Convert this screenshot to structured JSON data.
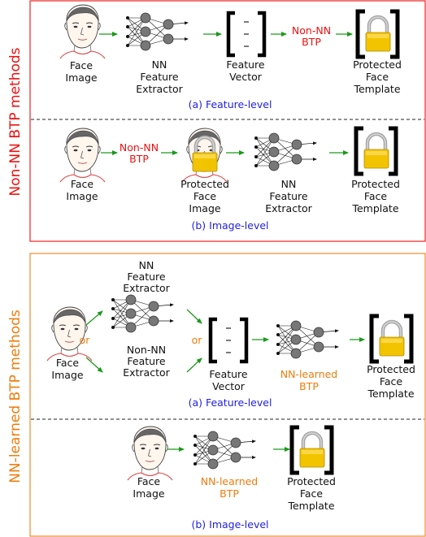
{
  "sections": {
    "top": {
      "side_title": "Non-NN BTP methods",
      "border_color": "#ee2222",
      "feature": {
        "face_label": [
          "Face",
          "Image"
        ],
        "nn_label": [
          "NN",
          "Feature",
          "Extractor"
        ],
        "vector_label": [
          "Feature",
          "Vector"
        ],
        "btp_label": [
          "Non-NN",
          "BTP"
        ],
        "template_label": [
          "Protected",
          "Face",
          "Template"
        ],
        "caption": "(a) Feature-level"
      },
      "image": {
        "face_label": [
          "Face",
          "Image"
        ],
        "btp_label": [
          "Non-NN",
          "BTP"
        ],
        "protected_label": [
          "Protected",
          "Face",
          "Image"
        ],
        "nn_label": [
          "NN",
          "Feature",
          "Extractor"
        ],
        "template_label": [
          "Protected",
          "Face",
          "Template"
        ],
        "caption": "(b) Image-level"
      }
    },
    "bottom": {
      "side_title": "NN-learned BTP methods",
      "border_color": "#f08a2a",
      "feature": {
        "face_label": [
          "Face",
          "Image"
        ],
        "or_left": "or",
        "nn_label": [
          "NN",
          "Feature",
          "Extractor"
        ],
        "nonnn_label": [
          "Non-NN",
          "Feature",
          "Extractor"
        ],
        "or_mid": "or",
        "vector_label": [
          "Feature",
          "Vector"
        ],
        "btp_label": [
          "NN-learned",
          "BTP"
        ],
        "template_label": [
          "Protected",
          "Face",
          "Template"
        ],
        "caption": "(a) Feature-level"
      },
      "image": {
        "face_label": [
          "Face",
          "Image"
        ],
        "btp_label": [
          "NN-learned",
          "BTP"
        ],
        "template_label": [
          "Protected",
          "Face",
          "Template"
        ],
        "caption": "(b) Image-level"
      }
    }
  },
  "colors": {
    "arrow": "#1a9a1a",
    "neuron": "#777777",
    "lock_body": "#f2c400",
    "lock_shackle": "#a8a8a8",
    "text_red": "#ee1111",
    "text_orange": "#f07c0c",
    "text_blue": "#1f1fdd"
  }
}
